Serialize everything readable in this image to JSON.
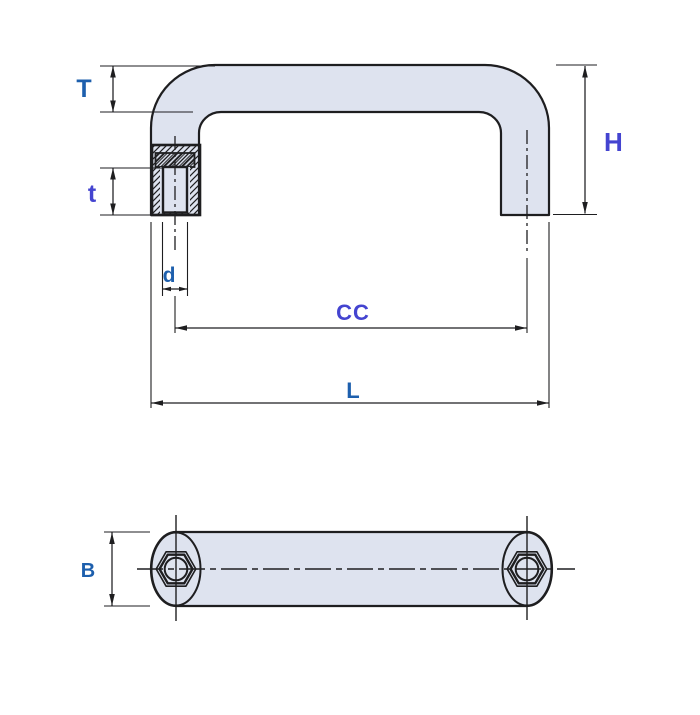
{
  "colors": {
    "bg": "#ffffff",
    "handle_fill": "#dee3ef",
    "line_dark": "#1e1e20",
    "label_steel_blue": "#1d5fad",
    "label_indigo": "#4444d0"
  },
  "dimension_labels": {
    "T": "T",
    "t": "t",
    "d": "d",
    "CC": "CC",
    "L": "L",
    "H": "H",
    "B": "B"
  }
}
